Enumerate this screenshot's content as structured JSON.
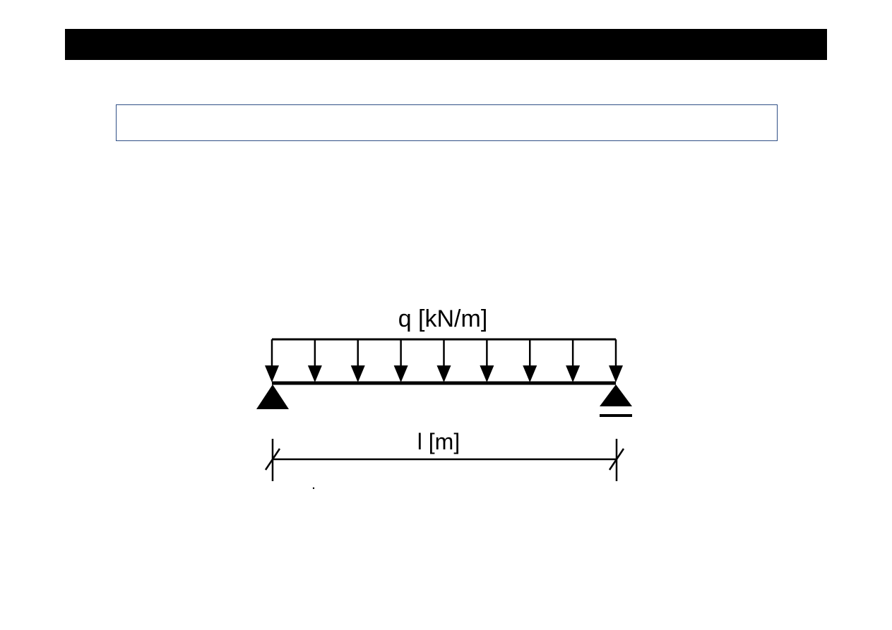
{
  "colors": {
    "header_bar": "#000000",
    "title_box_border": "#2f4f86",
    "ink": "#000000"
  },
  "diagram": {
    "load_label": "q [kN/m]",
    "span_label": "l [m]",
    "load_arrow_count": 9,
    "supports": [
      "pin-support",
      "roller-support"
    ]
  }
}
